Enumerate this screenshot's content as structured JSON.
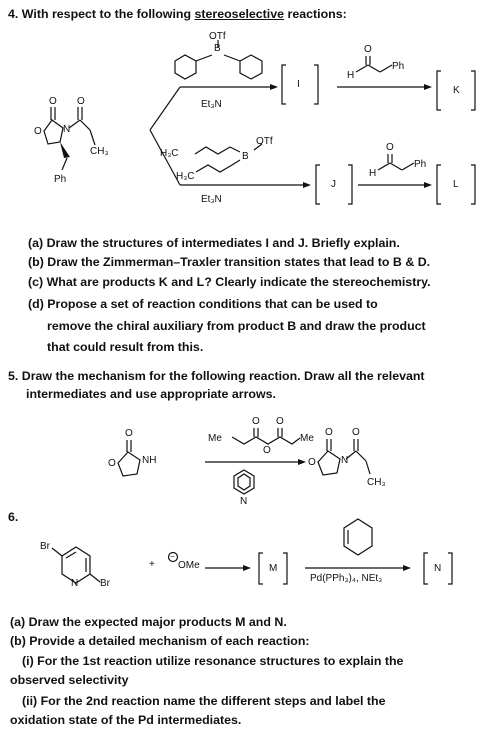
{
  "q4": {
    "number": "4.",
    "text_before": "With respect to the following",
    "underlined": "stereoselective",
    "text_after": "reactions:",
    "reagents": {
      "otf": "OTf",
      "b": "B",
      "et3n_top": "Et₃N",
      "h3c_1": "H₃C",
      "h3c_2": "H₃C",
      "b_otf": "B",
      "otf2": "OTf",
      "et3n_bottom": "Et₃N",
      "aldehyde_h_1": "H",
      "aldehyde_ph_1": "Ph",
      "aldehyde_h_2": "H",
      "aldehyde_ph_2": "Ph",
      "ox_o1": "O",
      "ox_o2": "O",
      "ox_n": "N",
      "ox_ch3": "CH₃",
      "ox_ph": "Ph",
      "ald_o_1": "O",
      "ald_o_2": "O"
    },
    "labels": {
      "I": "I",
      "J": "J",
      "K": "K",
      "L": "L"
    },
    "parts": [
      "(a) Draw the structures of intermediates I and J. Briefly explain.",
      "(b) Draw the Zimmerman–Traxler transition states that lead to B & D.",
      "(c) What are products K and L? Clearly indicate the stereochemistry.",
      "(d) Propose a set of reaction conditions that can be used to",
      "remove the chiral auxiliary from product B and draw the product",
      "that could result from this."
    ]
  },
  "q5": {
    "line1": "5. Draw the mechanism for the following reaction. Draw all the relevant",
    "line2": "intermediates and use appropriate arrows.",
    "chem": {
      "o1": "O",
      "o2": "O",
      "nh": "NH",
      "me1": "Me",
      "me2": "Me",
      "o3": "O",
      "o4": "O",
      "o5": "O",
      "n_py": "N",
      "p_o1": "O",
      "p_o2": "O",
      "p_n": "N",
      "p_ch3": "CH₃"
    }
  },
  "q6": {
    "number": "6.",
    "chem": {
      "br1": "Br",
      "br2": "Br",
      "n": "N",
      "plus": "+",
      "minus": "−",
      "ome": "OMe",
      "M": "M",
      "N": "N",
      "pd": "Pd(PPh₃)₄, NEt₃"
    },
    "parts": [
      "(a) Draw the expected major products M and N.",
      "(b) Provide a detailed mechanism of each reaction:"
    ],
    "sub_i_l1": "(i) For the 1st reaction utilize resonance structures to explain the",
    "sub_i_l2": "observed selectivity",
    "sub_ii_l1": "(ii) For the 2nd reaction name the different steps and label the",
    "sub_ii_l2": "oxidation state of the Pd intermediates."
  }
}
